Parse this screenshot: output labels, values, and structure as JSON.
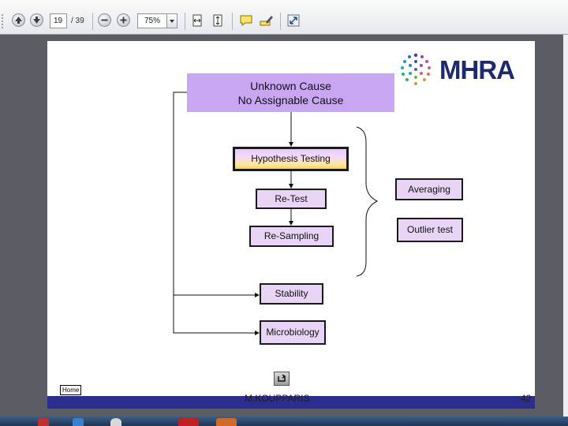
{
  "toolbar": {
    "page_current": "19",
    "page_total": "/ 39",
    "zoom": "75%"
  },
  "slide": {
    "head_line1": "Unknown Cause",
    "head_line2": "No Assignable  Cause",
    "hypothesis": "Hypothesis Testing",
    "retest": "Re-Test",
    "resampling": "Re-Sampling",
    "stability": "Stability",
    "microbiology": "Microbiology",
    "averaging": "Averaging",
    "outlier": "Outlier test",
    "logo": "MHRA",
    "home": "Home",
    "author": "M.KOUPPARIS",
    "page_number": "42"
  },
  "colors": {
    "head_fill": "#c9a6f2",
    "box_fill": "#e8d4f5",
    "footer_bar": "#2b2e8f",
    "logo_text": "#1d2a6d"
  }
}
